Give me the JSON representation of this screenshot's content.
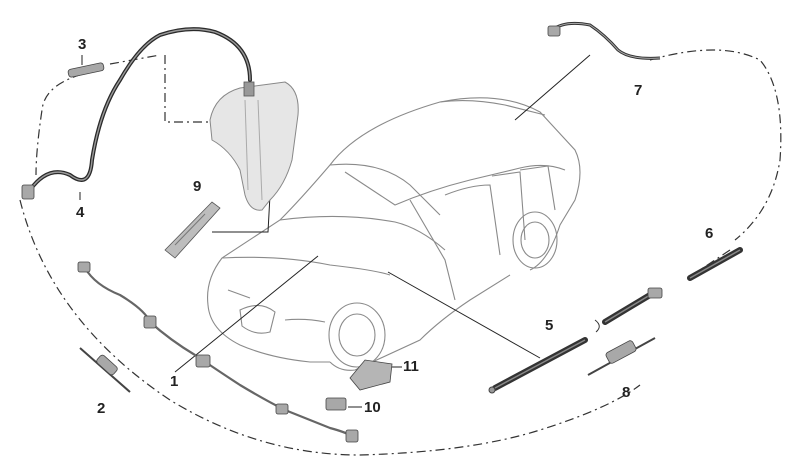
{
  "colors": {
    "line": "#222222",
    "car_outline": "#8a8a8a",
    "part_gray": "#a8a8a8",
    "background": "#ffffff"
  },
  "callouts": [
    {
      "id": "1",
      "text": "1"
    },
    {
      "id": "2",
      "text": "2"
    },
    {
      "id": "3",
      "text": "3"
    },
    {
      "id": "4",
      "text": "4"
    },
    {
      "id": "5",
      "text": "5"
    },
    {
      "id": "6",
      "text": "6"
    },
    {
      "id": "7",
      "text": "7"
    },
    {
      "id": "8",
      "text": "8"
    },
    {
      "id": "9",
      "text": "9"
    },
    {
      "id": "10",
      "text": "10"
    },
    {
      "id": "11",
      "text": "11"
    }
  ]
}
